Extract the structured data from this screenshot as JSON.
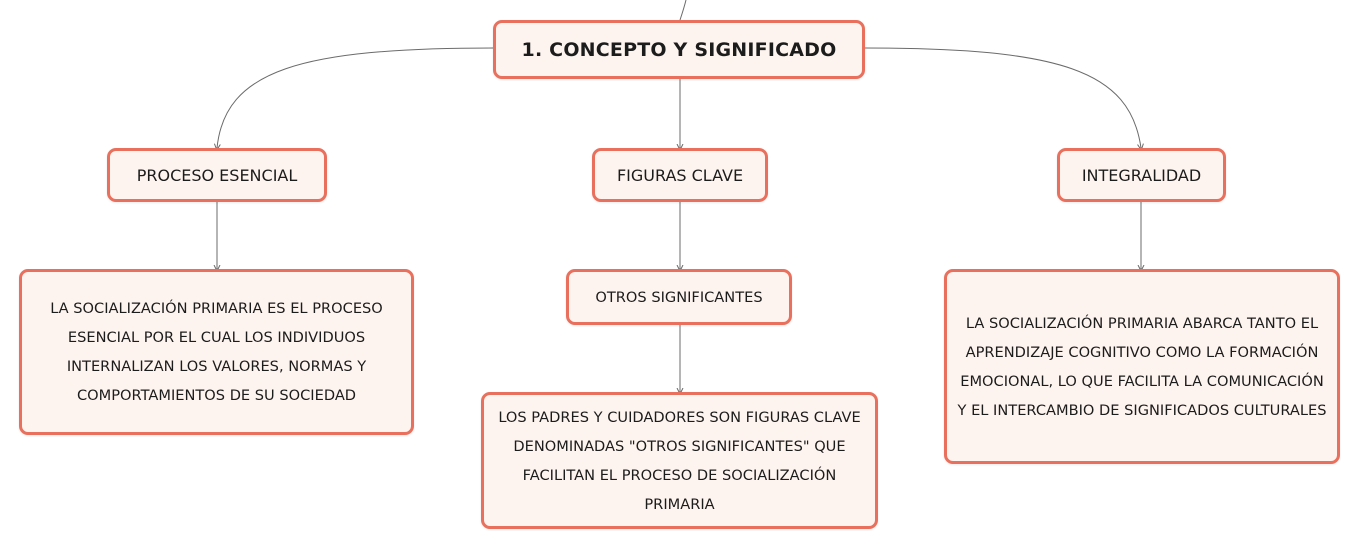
{
  "diagram": {
    "root": "1. CONCEPTO Y SIGNIFICADO",
    "branches": {
      "left": {
        "label": "PROCESO ESENCIAL",
        "text": "LA SOCIALIZACIÓN PRIMARIA ES EL PROCESO ESENCIAL POR EL CUAL LOS INDIVIDUOS INTERNALIZAN LOS VALORES, NORMAS Y COMPORTAMIENTOS DE SU SOCIEDAD"
      },
      "center": {
        "label": "FIGURAS CLAVE",
        "sub_label": "OTROS SIGNIFICANTES",
        "text": "LOS PADRES Y CUIDADORES SON FIGURAS CLAVE DENOMINADAS \"OTROS SIGNIFICANTES\" QUE FACILITAN EL PROCESO DE SOCIALIZACIÓN PRIMARIA"
      },
      "right": {
        "label": "INTEGRALIDAD",
        "text": "LA SOCIALIZACIÓN PRIMARIA ABARCA TANTO EL APRENDIZAJE COGNITIVO COMO LA FORMACIÓN EMOCIONAL, LO QUE FACILITA LA COMUNICACIÓN Y EL INTERCAMBIO DE SIGNIFICADOS CULTURALES"
      }
    },
    "colors": {
      "node_border": "#e8705d",
      "node_fill": "#fef4ef",
      "connector": "#6b6b6b",
      "text": "#1c1c1c"
    }
  }
}
